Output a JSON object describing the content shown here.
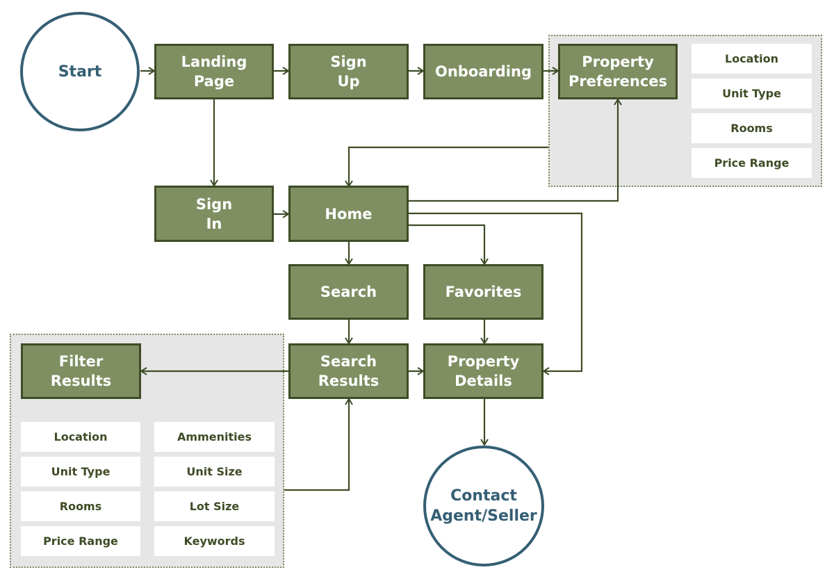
{
  "nodes": {
    "start": "Start",
    "landing_page": "Landing\nPage",
    "sign_up": "Sign\nUp",
    "onboarding": "Onboarding",
    "property_preferences": "Property\nPreferences",
    "sign_in": "Sign\nIn",
    "home": "Home",
    "search": "Search",
    "favorites": "Favorites",
    "search_results": "Search\nResults",
    "property_details": "Property\nDetails",
    "filter_results": "Filter\nResults",
    "contact": "Contact\nAgent/Seller"
  },
  "preference_options": [
    "Location",
    "Unit Type",
    "Rooms",
    "Price Range"
  ],
  "filter_options_left": [
    "Location",
    "Unit Type",
    "Rooms",
    "Price Range"
  ],
  "filter_options_right": [
    "Ammenities",
    "Unit Size",
    "Lot Size",
    "Keywords"
  ],
  "colors": {
    "node_fill": "#7f8f62",
    "node_border": "#3e4c26",
    "connector": "#3e4c26",
    "circle_border": "#355f74",
    "group_fill": "#e6e6e6",
    "option_text": "#3e4c26"
  }
}
